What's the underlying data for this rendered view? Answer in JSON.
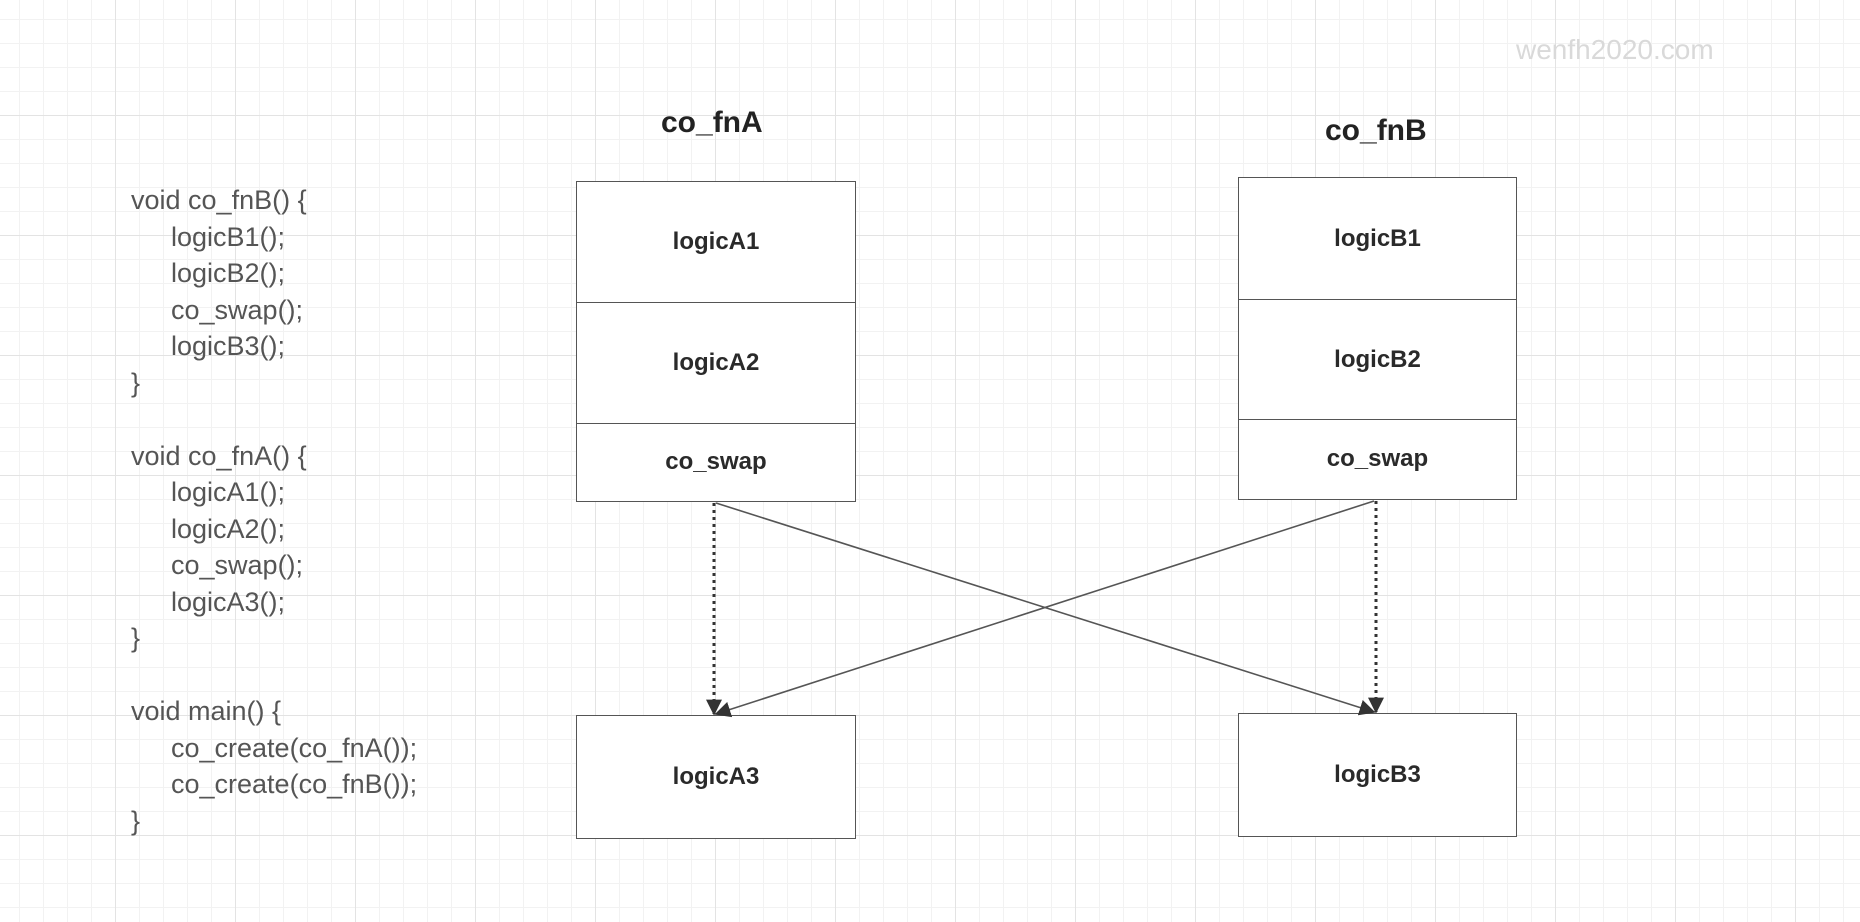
{
  "watermark": "wenfh2020.com",
  "code": {
    "fnB": {
      "signature": "void co_fnB() {",
      "lines": [
        "logicB1();",
        "logicB2();",
        "co_swap();",
        "logicB3();"
      ],
      "close": "}"
    },
    "fnA": {
      "signature": "void co_fnA() {",
      "lines": [
        "logicA1();",
        "logicA2();",
        "co_swap();",
        "logicA3();"
      ],
      "close": "}"
    },
    "main": {
      "signature": "void main() {",
      "lines": [
        "co_create(co_fnA());",
        "co_create(co_fnB());"
      ],
      "close": "}"
    }
  },
  "diagram": {
    "col_a": {
      "title": "co_fnA",
      "cells": [
        "logicA1",
        "logicA2",
        "co_swap"
      ],
      "result": "logicA3"
    },
    "col_b": {
      "title": "co_fnB",
      "cells": [
        "logicB1",
        "logicB2",
        "co_swap"
      ],
      "result": "logicB3"
    }
  },
  "colors": {
    "line": "#555555",
    "text": "#222222",
    "code_text": "#555555",
    "watermark": "#d9d9d9"
  }
}
